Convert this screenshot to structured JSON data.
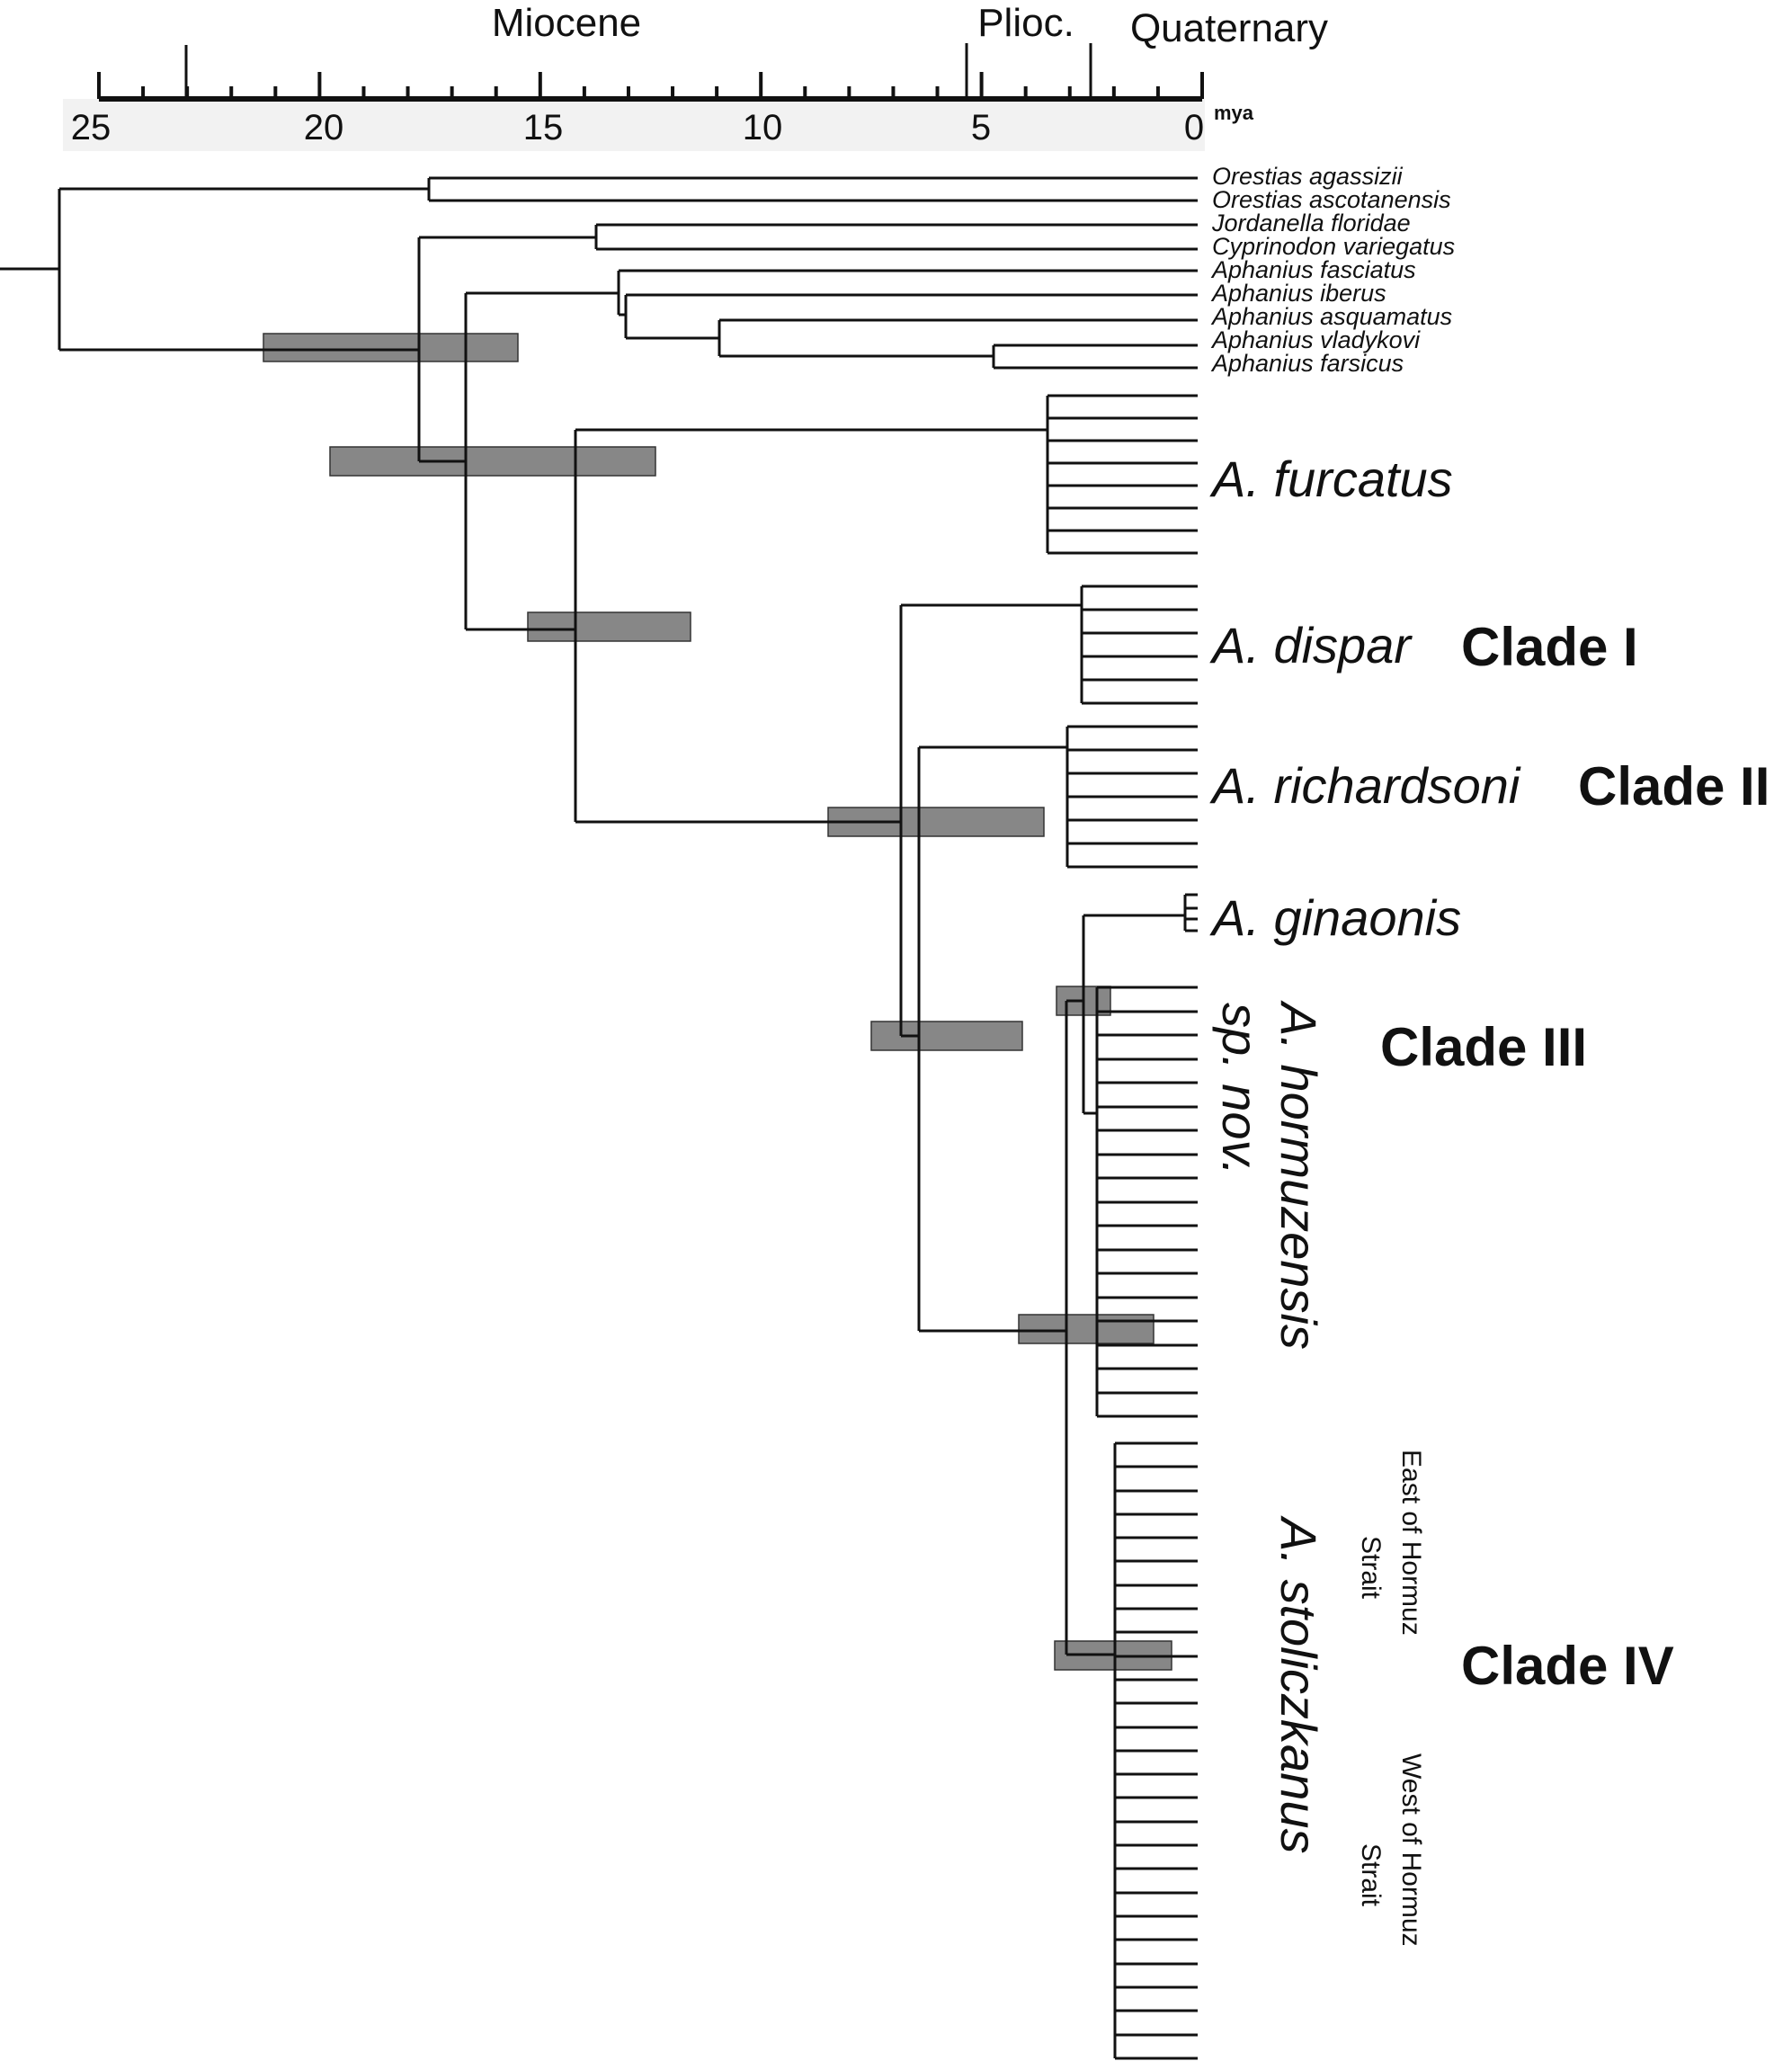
{
  "colors": {
    "ink": "#111111",
    "hpd_fill": "#7a7a7a",
    "axis_band": "#f2f2f2"
  },
  "timescale": {
    "epochs": [
      "Miocene",
      "Plioc.",
      "Quaternary"
    ],
    "tick_labels": [
      "25",
      "20",
      "15",
      "10",
      "5",
      "0"
    ],
    "unit": "mya"
  },
  "outgroup_taxa": [
    "Orestias agassizii",
    "Orestias ascotanensis",
    "Jordanella floridae",
    "Cyprinodon variegatus",
    "Aphanius fasciatus",
    "Aphanius iberus",
    "Aphanius asquamatus",
    "Aphanius vladykovi",
    "Aphanius farsicus"
  ],
  "species_labels": {
    "furcatus": "A. furcatus",
    "dispar": "A. dispar",
    "richardsoni": "A. richardsoni",
    "ginaonis": "A. ginaonis",
    "hormuzensis_1": "A. hormuzensis",
    "hormuzensis_2": "sp. nov.",
    "stoliczkanus": "A. stoliczkanus"
  },
  "clade_labels": {
    "clade_1": "Clade I",
    "clade_2": "Clade II",
    "clade_3": "Clade III",
    "clade_4": "Clade IV"
  },
  "region_labels": {
    "east_1": "East of Hormuz",
    "east_2": "Strait",
    "west_1": "West of Hormuz",
    "west_2": "Strait"
  }
}
